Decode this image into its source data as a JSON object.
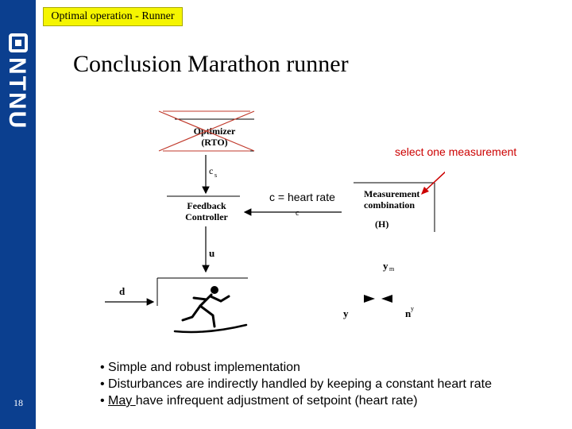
{
  "header": {
    "label": "Optimal operation - Runner"
  },
  "brand": {
    "logo_text": "NTNU"
  },
  "slide": {
    "title": "Conclusion Marathon runner",
    "number": "18"
  },
  "diagram": {
    "optimizer_label": "Optimizer",
    "optimizer_sub": "(RTO)",
    "cs": "c",
    "cs_sub": "s",
    "feedback_label": "Feedback",
    "controller_label": "Controller",
    "measurement_label": "Measurement",
    "combination_label": "combination",
    "h_label": "(H)",
    "c_arrow": "c",
    "u": "u",
    "d": "d",
    "y": "y",
    "ym": "y",
    "ym_sub": "m",
    "ny": "n",
    "ny_sup": "y"
  },
  "annotations": {
    "select_note": "select one measurement",
    "c_equals": "c = heart rate"
  },
  "bullets": {
    "b1": "• Simple and robust implementation",
    "b2": "• Disturbances are indirectly handled by keeping a constant heart rate",
    "b3_prefix": "• ",
    "b3_under": "May ",
    "b3_rest": "have infrequent adjustment of setpoint (heart rate)"
  },
  "colors": {
    "sidebar": "#0b3f8f",
    "header_bg": "#f5f500",
    "cross": "#c0392b",
    "annotation": "#cc0000"
  }
}
